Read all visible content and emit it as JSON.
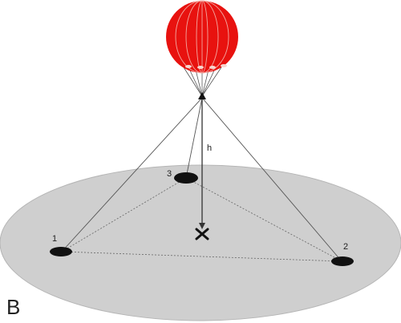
{
  "panel_label": "B",
  "height_label": "h",
  "anchors": [
    {
      "id": "1",
      "label": "1"
    },
    {
      "id": "2",
      "label": "2"
    },
    {
      "id": "3",
      "label": "3"
    }
  ],
  "colors": {
    "ground": "#cfcfcf",
    "ground_stroke": "#b0b0b0",
    "balloon": "#e8120f",
    "balloon_seams": "#f3a7a0",
    "anchor": "#111111",
    "lines": "#555555",
    "marker": "#111111"
  }
}
